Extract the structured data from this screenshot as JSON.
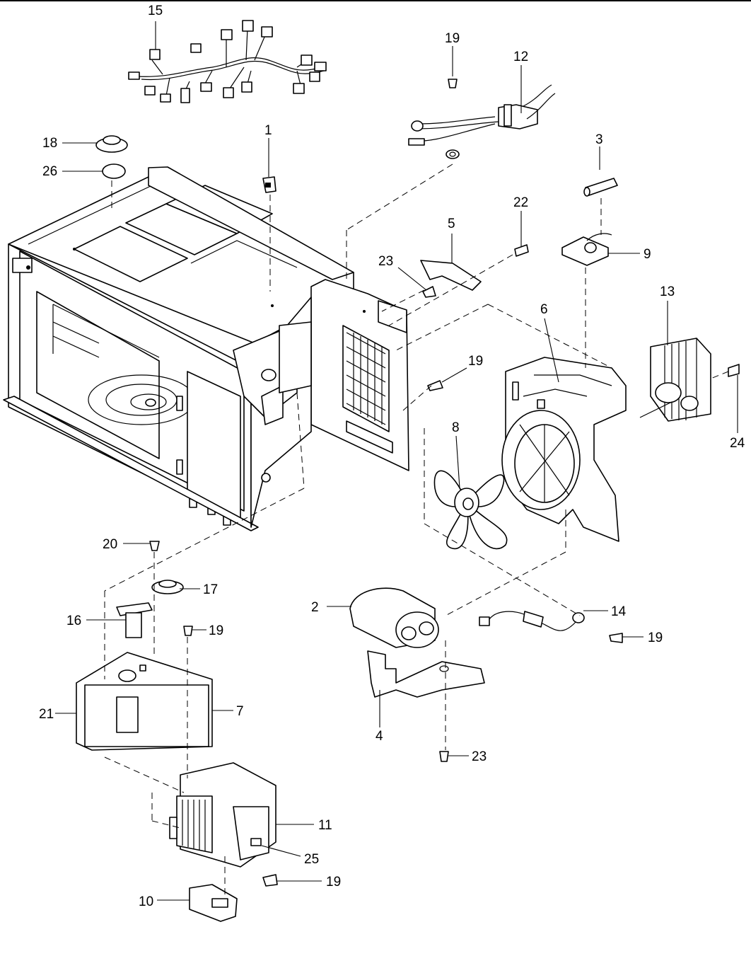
{
  "callouts": {
    "p1": "1",
    "p2": "2",
    "p3": "3",
    "p4": "4",
    "p5": "5",
    "p6": "6",
    "p7": "7",
    "p8": "8",
    "p9": "9",
    "p10": "10",
    "p11": "11",
    "p12": "12",
    "p13": "13",
    "p14": "14",
    "p15": "15",
    "p16": "16",
    "p17": "17",
    "p18": "18",
    "p19": "19",
    "p20": "20",
    "p21": "21",
    "p22": "22",
    "p23": "23",
    "p24": "24",
    "p25": "25",
    "p26": "26"
  }
}
